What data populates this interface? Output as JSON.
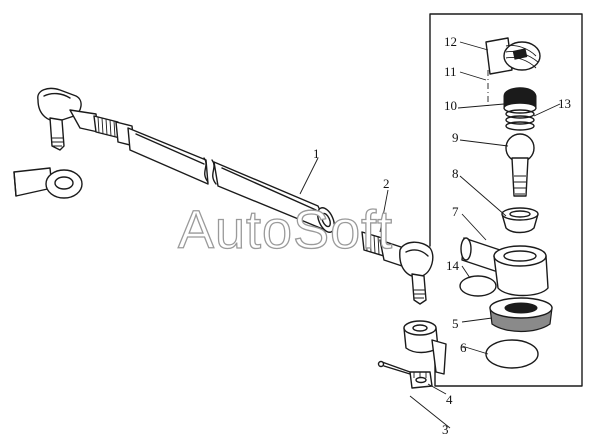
{
  "watermark": "AutoSoft",
  "callouts": [
    {
      "id": "c1",
      "label": "1"
    },
    {
      "id": "c2",
      "label": "2"
    },
    {
      "id": "c3",
      "label": "3"
    },
    {
      "id": "c4",
      "label": "4"
    },
    {
      "id": "c5",
      "label": "5"
    },
    {
      "id": "c6",
      "label": "6"
    },
    {
      "id": "c7",
      "label": "7"
    },
    {
      "id": "c8",
      "label": "8"
    },
    {
      "id": "c9",
      "label": "9"
    },
    {
      "id": "c10",
      "label": "10"
    },
    {
      "id": "c11",
      "label": "11"
    },
    {
      "id": "c12",
      "label": "12"
    },
    {
      "id": "c13",
      "label": "13"
    },
    {
      "id": "c14",
      "label": "14"
    }
  ]
}
